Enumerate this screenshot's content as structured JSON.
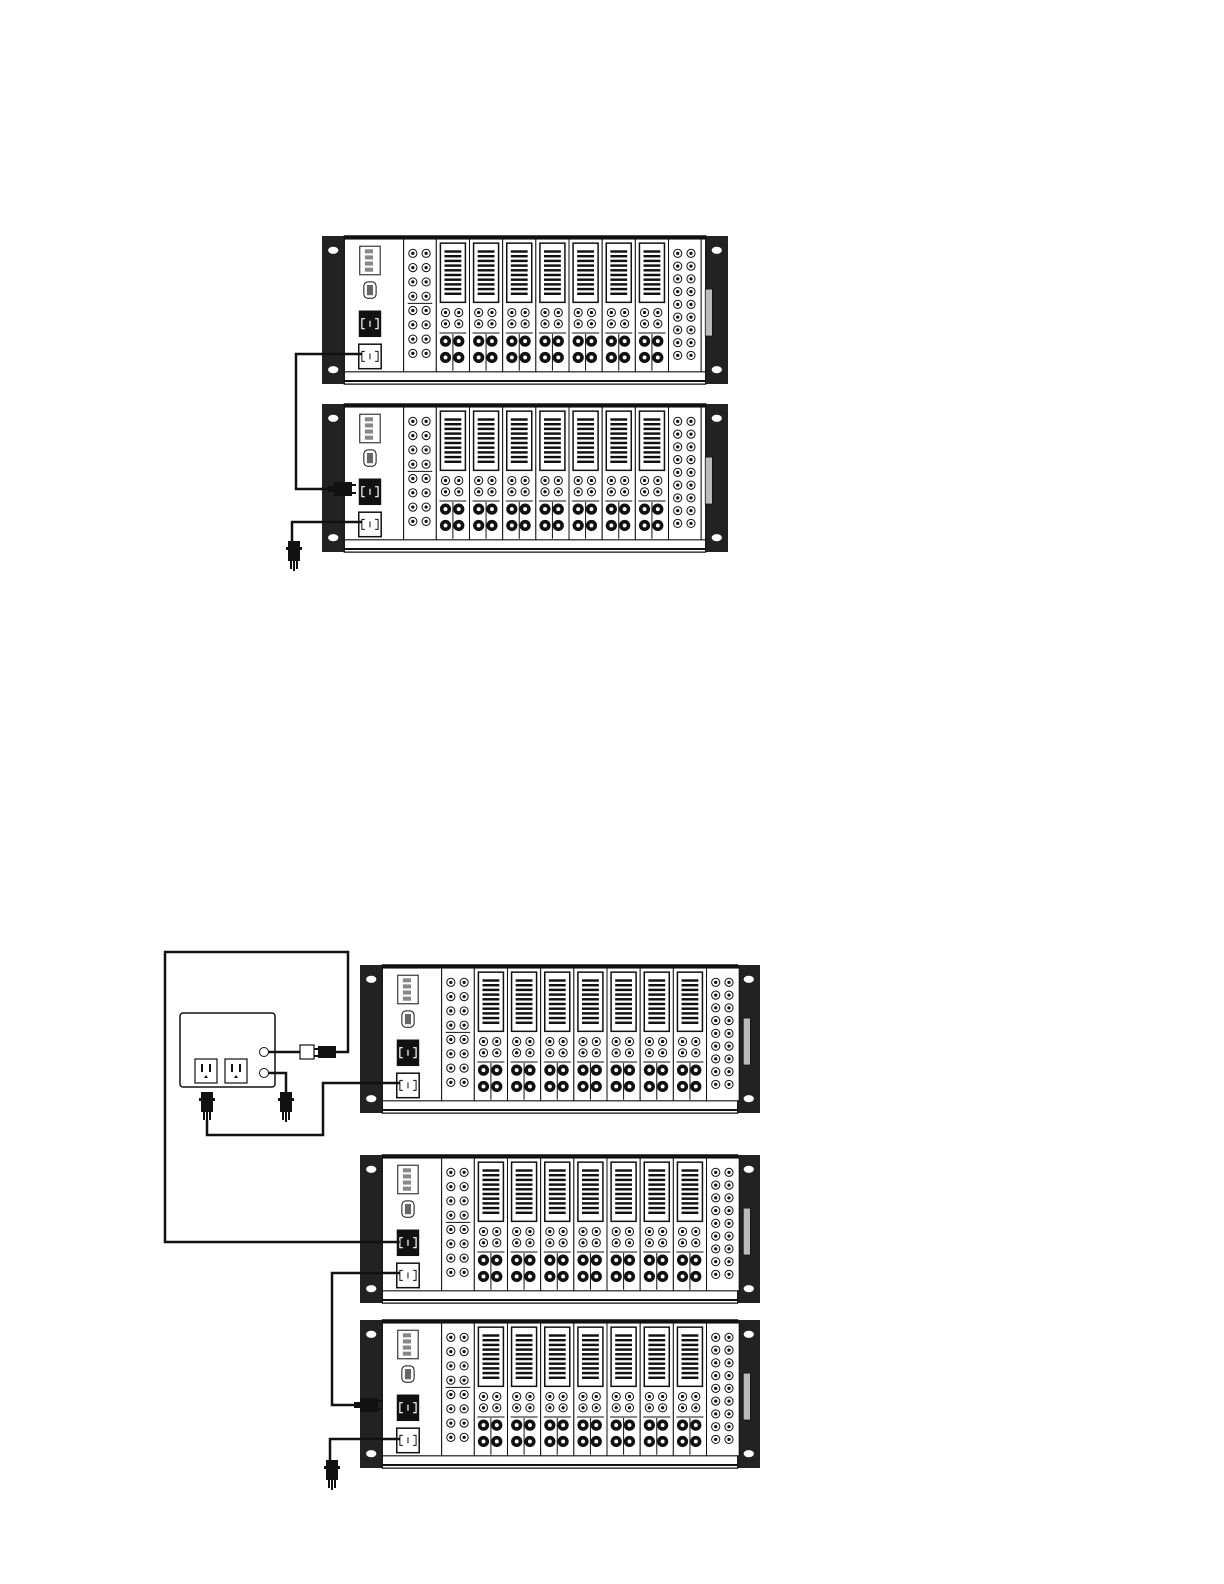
{
  "diagram": {
    "figures": [
      {
        "id": "figure-1",
        "chassis_count": 2
      },
      {
        "id": "figure-2",
        "chassis_count": 3,
        "has_power_sequencer": true
      }
    ],
    "chassis": {
      "io_card_count": 7,
      "has_ac_inlet": true,
      "has_ac_outlet": true
    },
    "icons": [
      "chassis-rear-panel",
      "ac-power-plug-icon",
      "iec-power-connector-icon",
      "duplex-outlet-icon",
      "power-cord"
    ]
  }
}
